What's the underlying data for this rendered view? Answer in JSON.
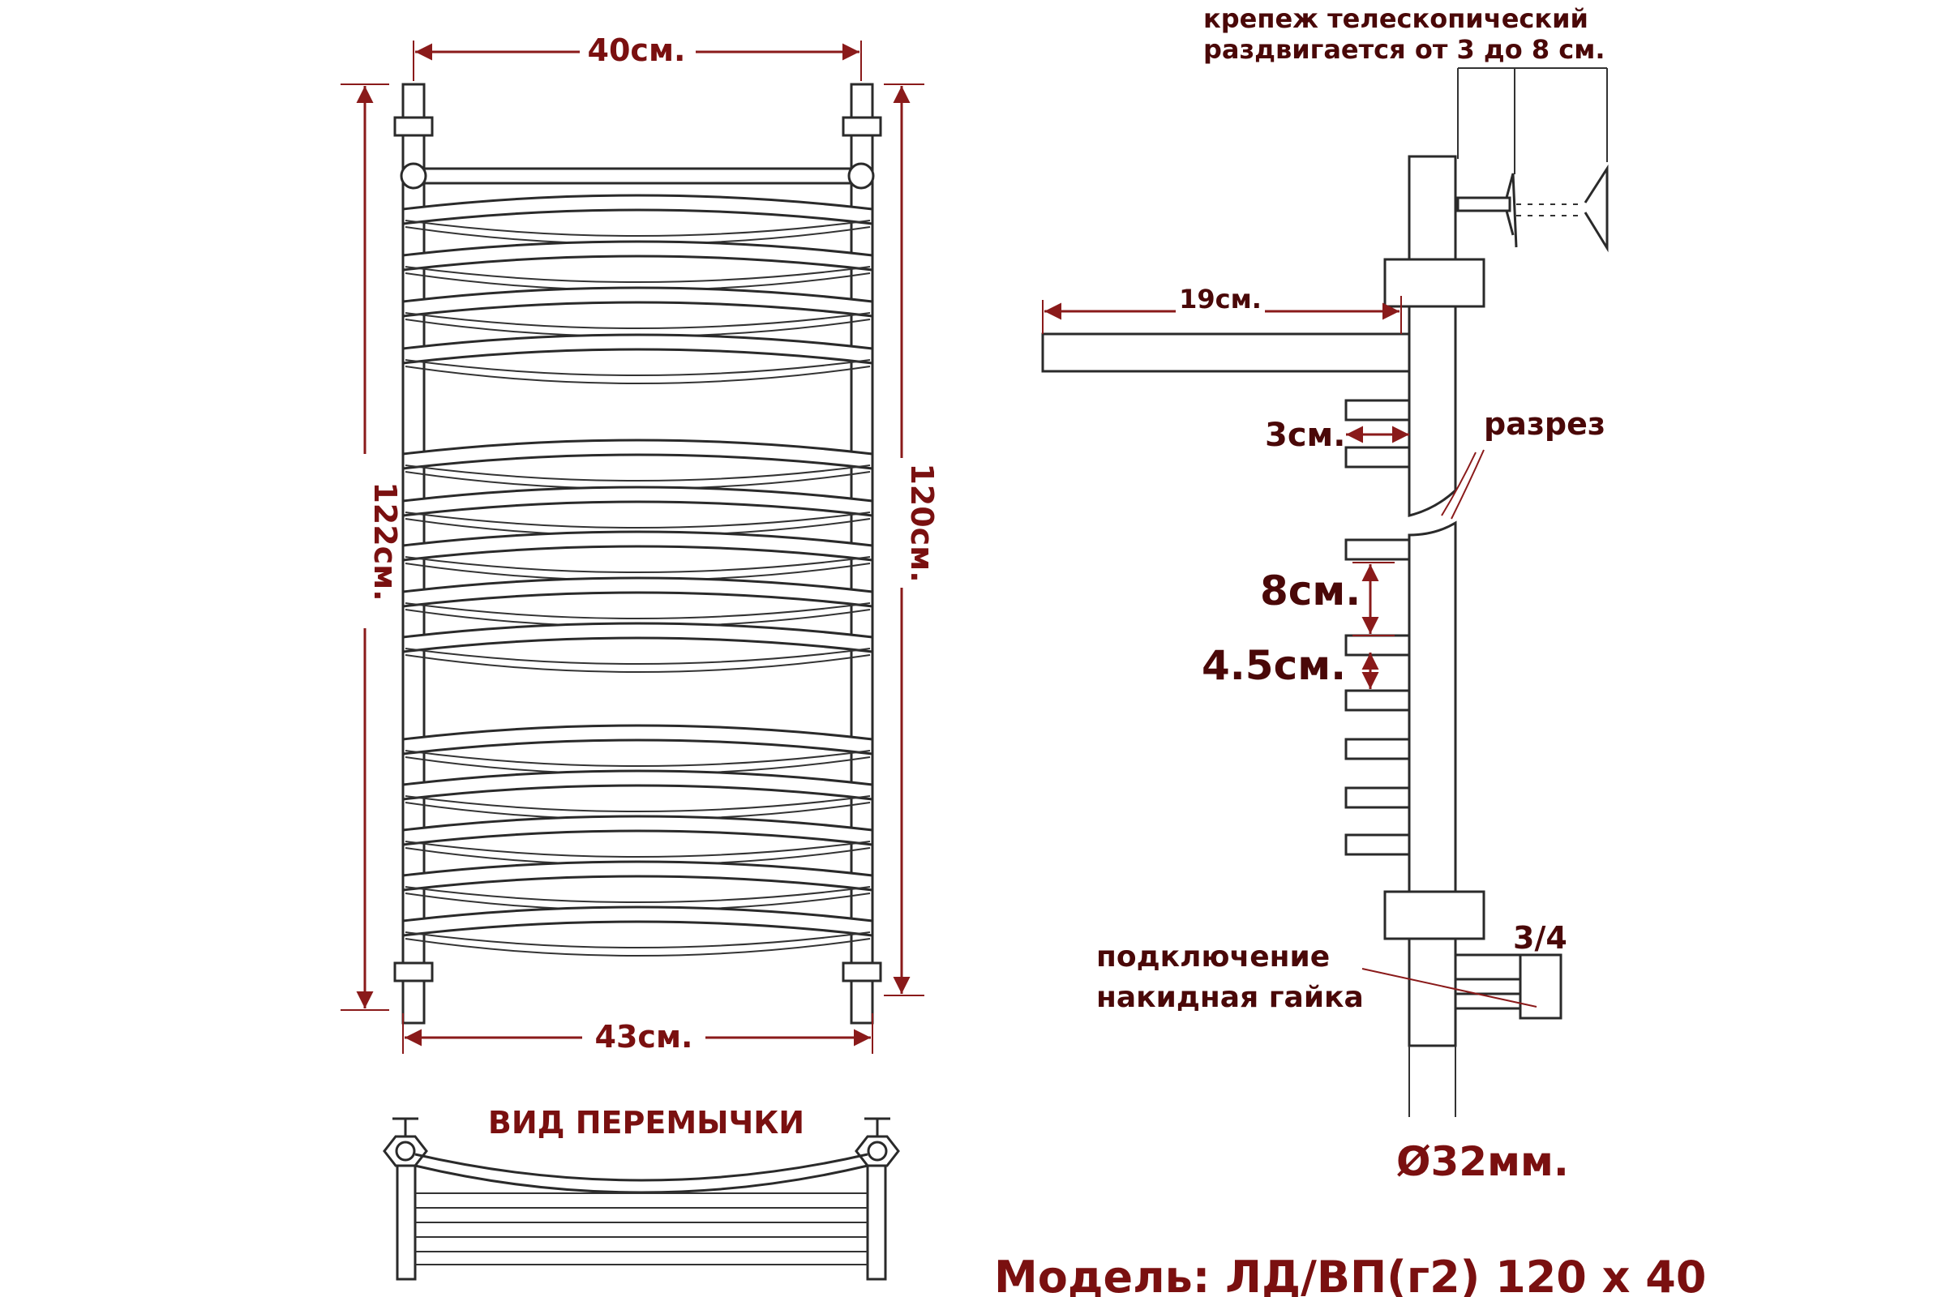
{
  "front_view": {
    "top_width": "40см.",
    "bottom_width": "43см.",
    "left_height": "122см.",
    "right_height": "120см."
  },
  "jumper_view": {
    "title": "ВИД ПЕРЕМЫЧКИ"
  },
  "side_view": {
    "mount_note_line1": "крепеж телескопический",
    "mount_note_line2": "раздвигается от 3 до 8 см.",
    "shelf_depth": "19см.",
    "rung_length": "3см.",
    "section_label": "разрез",
    "rung_spacing_large": "8см.",
    "rung_spacing_small": "4.5см.",
    "thread_size": "3/4",
    "connection_line1": "подключение",
    "connection_line2": "накидная гайка",
    "pipe_diameter": "Ø32мм."
  },
  "model": "Модель: ЛД/ВП(г2) 120 х 40",
  "colors": {
    "label": "#7a1010",
    "line": "#2a2a2a"
  }
}
